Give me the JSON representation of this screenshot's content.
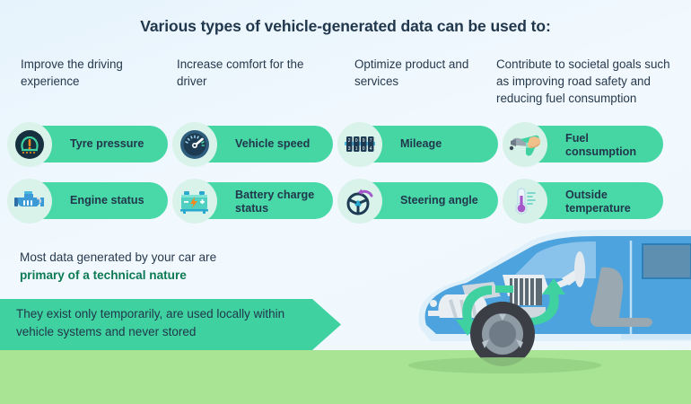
{
  "title": "Various types of vehicle-generated data can be used to:",
  "columns": [
    {
      "header": "Improve the driving experience"
    },
    {
      "header": "Increase comfort for the driver"
    },
    {
      "header": "Optimize product and services"
    },
    {
      "header": "Contribute to societal goals such as improving road safety and reducing fuel consumption"
    }
  ],
  "pills": [
    {
      "label": "Tyre pressure",
      "icon": "tyre-pressure-warning-icon"
    },
    {
      "label": "Vehicle speed",
      "icon": "speedometer-icon"
    },
    {
      "label": "Mileage",
      "icon": "odometer-icon"
    },
    {
      "label": "Fuel consumption",
      "icon": "fuel-pump-nozzle-icon"
    },
    {
      "label": "Engine status",
      "icon": "engine-block-icon"
    },
    {
      "label": "Battery charge status",
      "icon": "car-battery-icon"
    },
    {
      "label": "Steering angle",
      "icon": "steering-wheel-icon"
    },
    {
      "label": "Outside temperature",
      "icon": "thermometer-icon"
    }
  ],
  "statement": {
    "line1": "Most data generated by your car are",
    "highlight": "primary of a technical nature"
  },
  "banner": {
    "text": "They exist only temporarily, are used locally within vehicle systems and never stored"
  },
  "illustration": {
    "name": "cutaway-car-illustration",
    "description": "Side cutaway view of a blue car showing engine bay, steering wheel and seat with green circulating data arrows"
  },
  "colors": {
    "background_top": "#e6f3fc",
    "ground_green": "#a9e394",
    "pill_green": "#45d6a4",
    "banner_green": "#3fd2a0",
    "icon_disc": "#d9f3ea",
    "text_navy": "#21374c",
    "highlight_green": "#0c7a52",
    "car_blue": "#4da3dd",
    "accent_orange": "#f28a21",
    "accent_purple": "#a457c9"
  }
}
